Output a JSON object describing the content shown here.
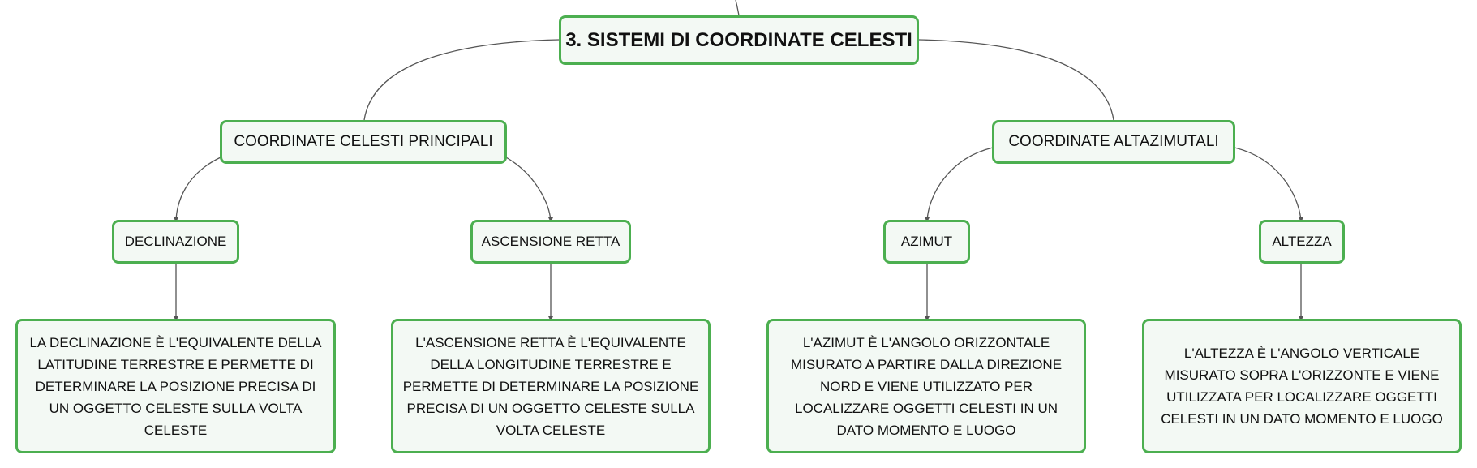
{
  "colors": {
    "border": "#4caf50",
    "fill": "#f3f9f4",
    "edge": "#555555"
  },
  "root": {
    "label": "3. SISTEMI DI COORDINATE CELESTI"
  },
  "branches": [
    {
      "label": "COORDINATE CELESTI PRINCIPALI",
      "children": [
        {
          "label": "DECLINAZIONE",
          "detail": "LA DECLINAZIONE È L'EQUIVALENTE DELLA LATITUDINE TERRESTRE E PERMETTE DI DETERMINARE LA POSIZIONE PRECISA DI UN OGGETTO CELESTE SULLA VOLTA CELESTE"
        },
        {
          "label": "ASCENSIONE RETTA",
          "detail": "L'ASCENSIONE RETTA È L'EQUIVALENTE DELLA LONGITUDINE TERRESTRE E PERMETTE DI DETERMINARE LA POSIZIONE PRECISA DI UN OGGETTO CELESTE SULLA VOLTA CELESTE"
        }
      ]
    },
    {
      "label": "COORDINATE ALTAZIMUTALI",
      "children": [
        {
          "label": "AZIMUT",
          "detail": "L'AZIMUT È L'ANGOLO ORIZZONTALE MISURATO A PARTIRE DALLA DIREZIONE NORD E VIENE UTILIZZATO PER LOCALIZZARE OGGETTI CELESTI IN UN DATO MOMENTO E LUOGO"
        },
        {
          "label": "ALTEZZA",
          "detail": "L'ALTEZZA È L'ANGOLO VERTICALE MISURATO SOPRA L'ORIZZONTE E VIENE UTILIZZATA PER LOCALIZZARE OGGETTI CELESTI IN UN DATO MOMENTO E LUOGO"
        }
      ]
    }
  ]
}
